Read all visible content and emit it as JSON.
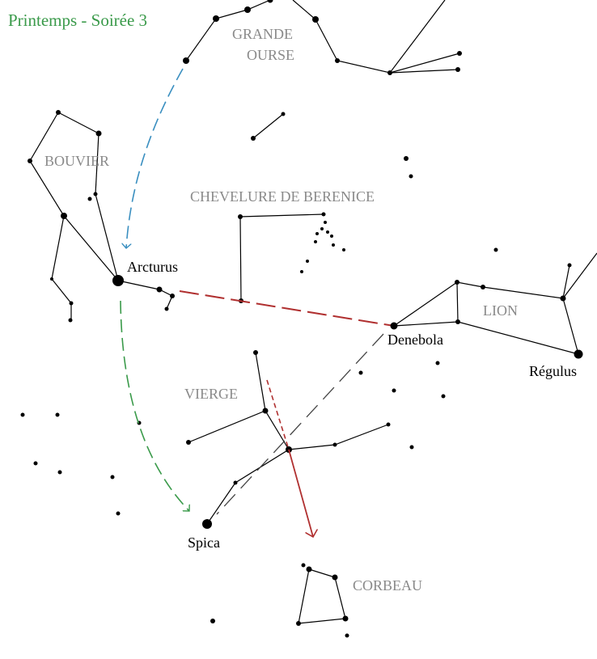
{
  "title": "Printemps - Soirée 3",
  "constellations": {
    "grande_ourse": [
      "GRANDE",
      "OURSE"
    ],
    "bouvier": "BOUVIER",
    "chevelure": "CHEVELURE DE BERENICE",
    "lion": "LION",
    "vierge": "VIERGE",
    "corbeau": "CORBEAU"
  },
  "stars": {
    "arcturus": "Arcturus",
    "denebola": "Denebola",
    "regulus": "Régulus",
    "spica": "Spica"
  },
  "colors": {
    "title": "#3a9a4a",
    "label": "#8a8a8a",
    "arrow_blue": "#3a8fc0",
    "arrow_green": "#3a9a4a",
    "arrow_red": "#b03030",
    "dash_gray": "#444444"
  }
}
